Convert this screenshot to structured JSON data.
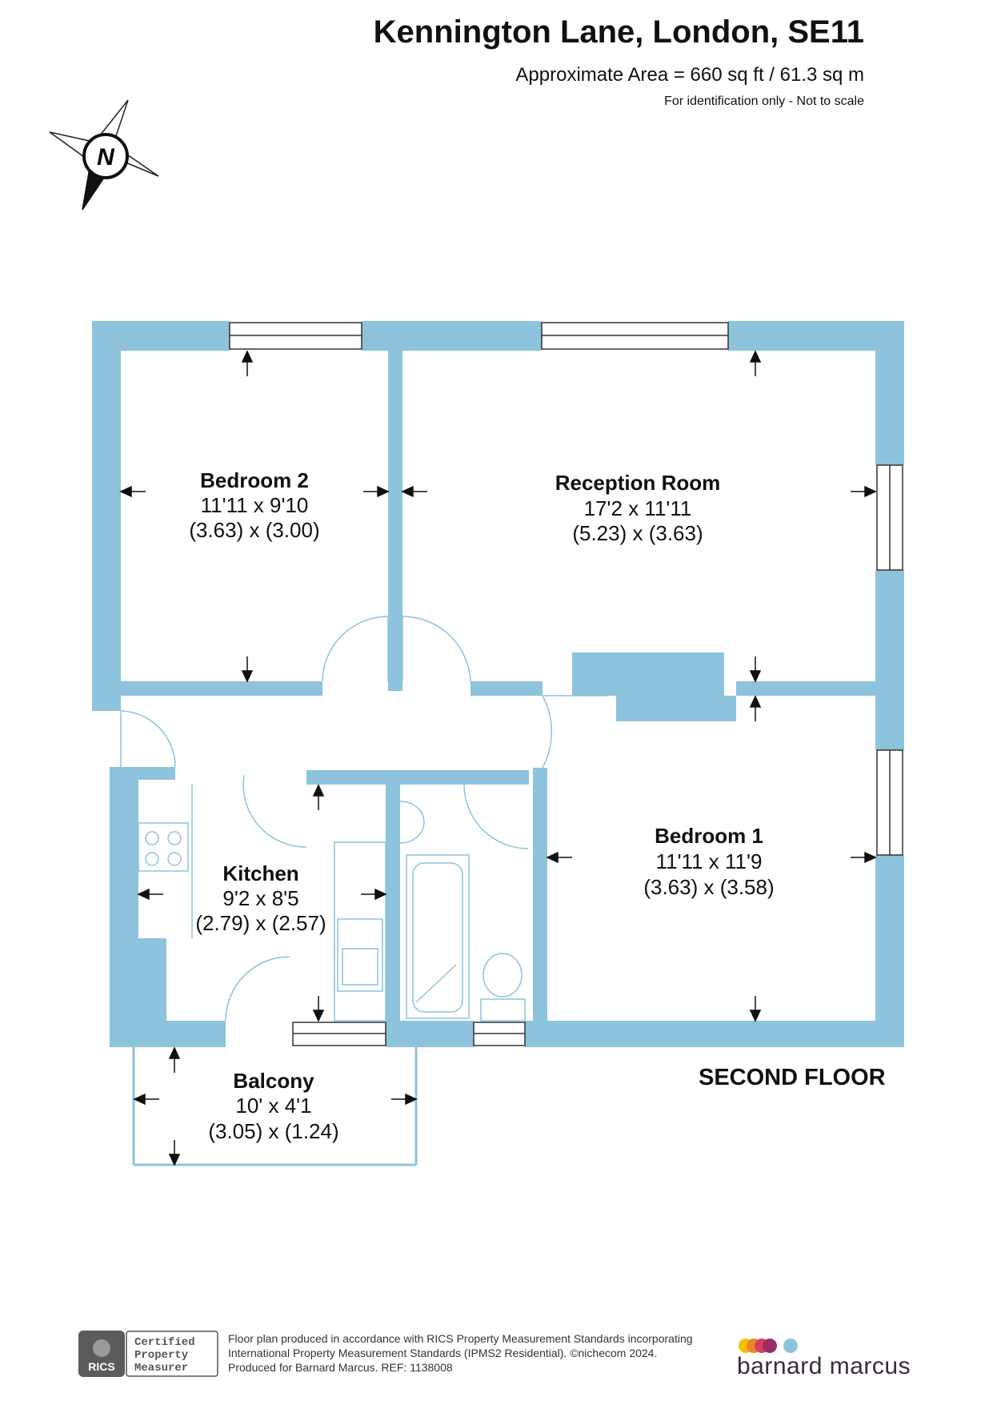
{
  "header": {
    "title": "Kennington Lane, London, SE11",
    "area": "Approximate Area = 660 sq ft / 61.3 sq m",
    "note": "For identification only - Not to scale"
  },
  "compass": {
    "label": "N"
  },
  "rooms": [
    {
      "name": "Bedroom 2",
      "imperial": "11'11 x 9'10",
      "metric": "(3.63) x (3.00)"
    },
    {
      "name": "Reception Room",
      "imperial": "17'2 x 11'11",
      "metric": "(5.23) x (3.63)"
    },
    {
      "name": "Bedroom 1",
      "imperial": "11'11 x 11'9",
      "metric": "(3.63) x (3.58)"
    },
    {
      "name": "Kitchen",
      "imperial": "9'2 x 8'5",
      "metric": "(2.79) x (2.57)"
    },
    {
      "name": "Balcony",
      "imperial": "10' x 4'1",
      "metric": "(3.05) x (1.24)"
    }
  ],
  "floor_label": "SECOND FLOOR",
  "footer": {
    "line1": "Floor plan produced in accordance with RICS Property Measurement Standards incorporating",
    "line2": "International Property Measurement Standards (IPMS2 Residential).   ©nichecom 2024.",
    "line3": "Produced for Barnard Marcus.    REF:  1138008",
    "rics_lines": [
      "Certified",
      "Property",
      "Measurer"
    ],
    "rics_mark": "RICS",
    "brand": "barnard marcus"
  },
  "colors": {
    "wall": "#8dc3dc",
    "text": "#111111",
    "brand_dots": [
      "#f2c200",
      "#e8862a",
      "#d63e63",
      "#9a2b67",
      "#8dc3dc"
    ]
  }
}
